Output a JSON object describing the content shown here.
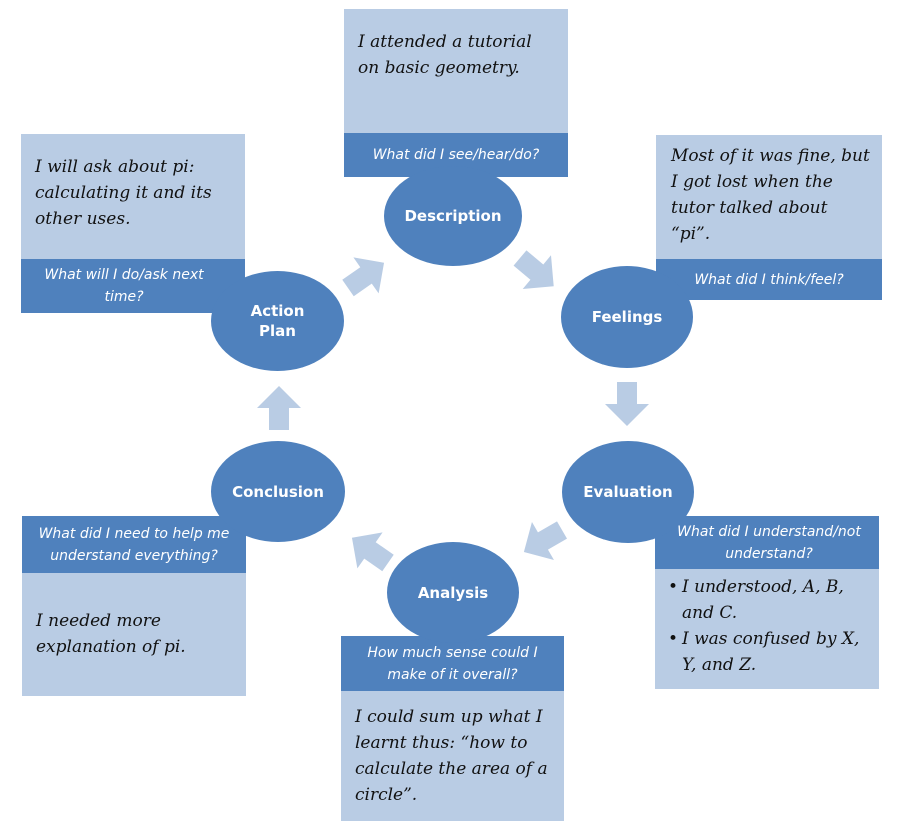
{
  "stages": {
    "description": {
      "label": "Description",
      "question": "What did I see/hear/do?",
      "answer": "I attended a tutorial on basic geometry."
    },
    "feelings": {
      "label": "Feelings",
      "question": "What did I think/feel?",
      "answer": "Most of it was fine, but I got lost when the tutor talked about “pi”."
    },
    "evaluation": {
      "label": "Evaluation",
      "question": "What did I understand/not understand?",
      "bullets": [
        "I understood, A, B, and C.",
        "I was confused by X, Y, and Z."
      ]
    },
    "analysis": {
      "label": "Analysis",
      "question": "How much sense could I make of it overall?",
      "answer": "I could sum up what I learnt thus: “how to calculate the area of a circle”."
    },
    "conclusion": {
      "label": "Conclusion",
      "question": "What did I need to help me understand everything?",
      "answer": "I needed more explanation of pi."
    },
    "action_plan": {
      "label": "Action Plan",
      "question": "What will I do/ask next time?",
      "answer": "I will ask about pi: calculating it and its other uses."
    }
  },
  "colors": {
    "node": "#4f81bd",
    "box": "#b9cce4",
    "arrow": "#b9cce4",
    "text_light": "#ffffff"
  }
}
